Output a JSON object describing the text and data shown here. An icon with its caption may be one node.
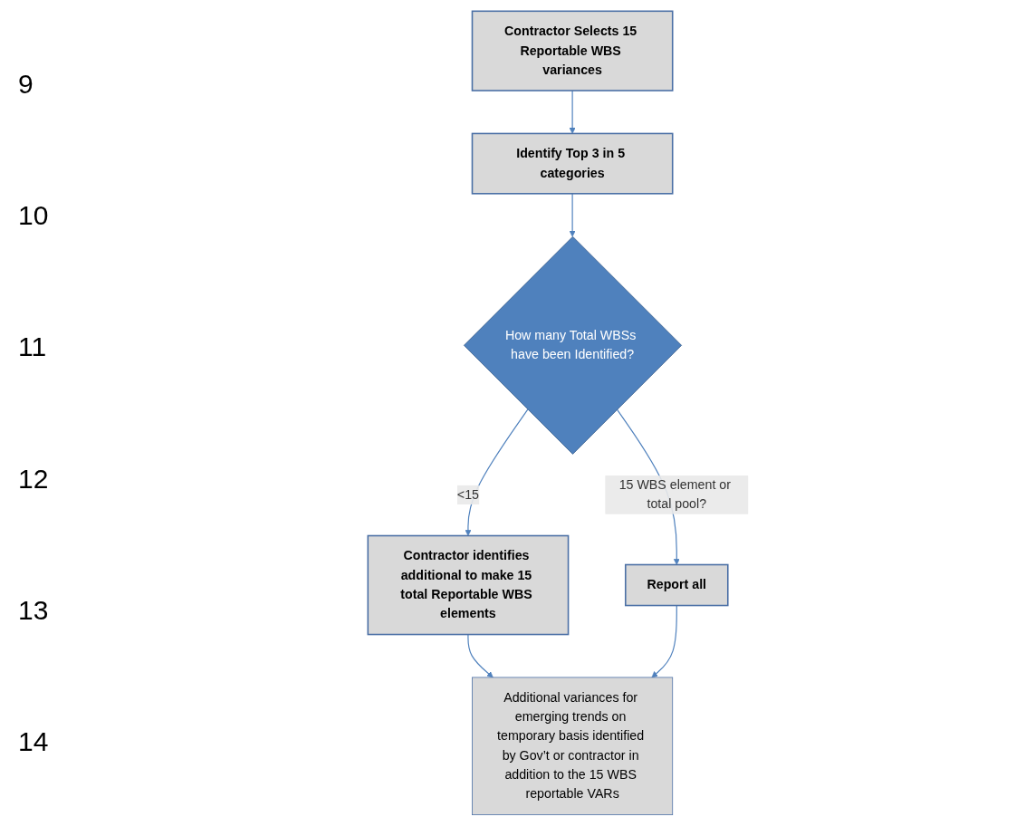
{
  "diagram": {
    "nodes": [
      {
        "text": [
          "Contractor Selects 15 Reportable WBS variances"
        ]
      },
      {
        "text": [
          "Identify Top 3 in 5 categories"
        ]
      },
      {
        "text": [
          "How many Total WBSs have been Identified?"
        ]
      },
      {
        "text": [
          "Report all"
        ]
      },
      {
        "text": [
          "Contractor identifies additional to make 15 total Reportable WBS elements"
        ]
      },
      {
        "text": [
          "Additional variances for emerging trends on temporary basis identified by Gov’t or contractor in addition to the 15 WBS reportable VARs"
        ]
      }
    ],
    "edges": [
      {
        "from": 0,
        "to": 1,
        "arrow": "to"
      },
      {
        "from": 1,
        "to": 2,
        "arrow": "to"
      },
      {
        "from": 2,
        "to": 3,
        "arrow": "to",
        "label": "15 WBS element or total pool?"
      },
      {
        "from": 2,
        "to": 4,
        "arrow": "to",
        "label": "<15"
      },
      {
        "from": 4,
        "to": 5,
        "arrow": "to"
      },
      {
        "from": 3,
        "to": 5,
        "arrow": "to"
      }
    ],
    "labels": [
      "9",
      "10",
      "11",
      "12",
      "13",
      "14"
    ]
  }
}
